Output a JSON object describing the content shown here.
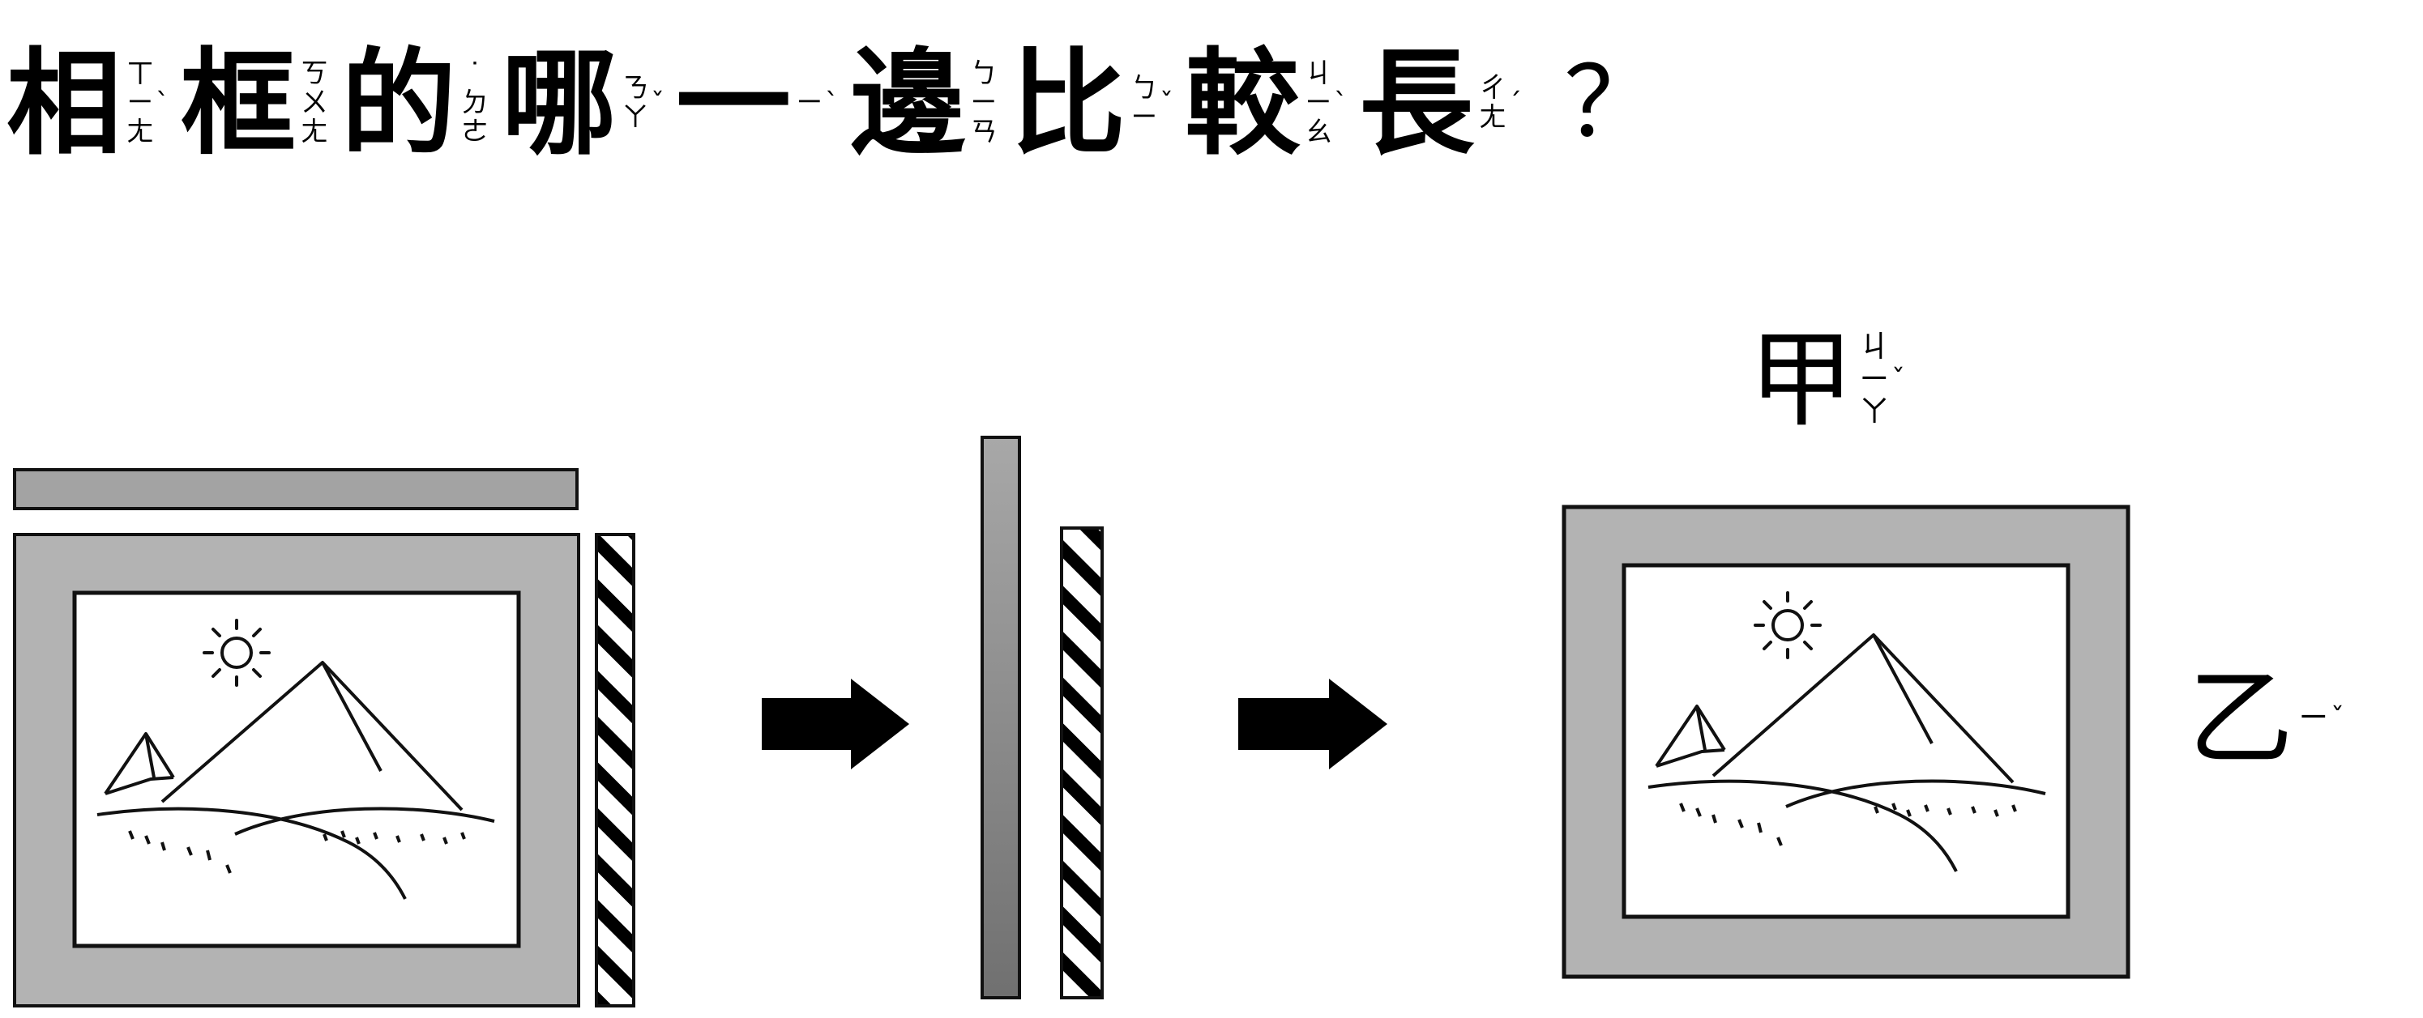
{
  "question": {
    "parts": [
      {
        "char": "相",
        "bopo": [
          "ㄒ",
          "ㄧ",
          "ㄤ"
        ],
        "tone": "ˋ"
      },
      {
        "char": "框",
        "bopo": [
          "ㄎ",
          "ㄨ",
          "ㄤ"
        ],
        "tone": ""
      },
      {
        "char": "的",
        "bopo": [
          "˙",
          "ㄉ",
          "ㄜ"
        ],
        "tone": ""
      },
      {
        "char": "哪",
        "bopo": [
          "ㄋ",
          "ㄚ"
        ],
        "tone": "ˇ"
      },
      {
        "char": "一",
        "bopo": [
          "ㄧ"
        ],
        "tone": "ˋ"
      },
      {
        "char": "邊",
        "bopo": [
          "ㄅ",
          "ㄧ",
          "ㄢ"
        ],
        "tone": ""
      },
      {
        "char": "比",
        "bopo": [
          "ㄅ",
          "ㄧ"
        ],
        "tone": "ˇ"
      },
      {
        "char": "較",
        "bopo": [
          "ㄐ",
          "ㄧ",
          "ㄠ"
        ],
        "tone": "ˋ"
      },
      {
        "char": "長",
        "bopo": [
          "ㄔ",
          "ㄤ"
        ],
        "tone": "ˊ"
      }
    ],
    "end_mark": "？"
  },
  "labels": {
    "jia": {
      "char": "甲",
      "bopo": [
        "ㄐ",
        "ㄧ",
        "ㄚ"
      ],
      "tone": "ˇ"
    },
    "yi": {
      "char": "乙",
      "bopo": [
        "ㄧ"
      ],
      "tone": "ˇ"
    }
  },
  "colors": {
    "frame_gray": "#b0b0b0",
    "bar_gray": "#9a9a9a",
    "outline": "#1a1a1a",
    "arrow": "#000000"
  },
  "icons": [
    "arrow-right-icon",
    "sun-icon",
    "pyramid-icon"
  ]
}
